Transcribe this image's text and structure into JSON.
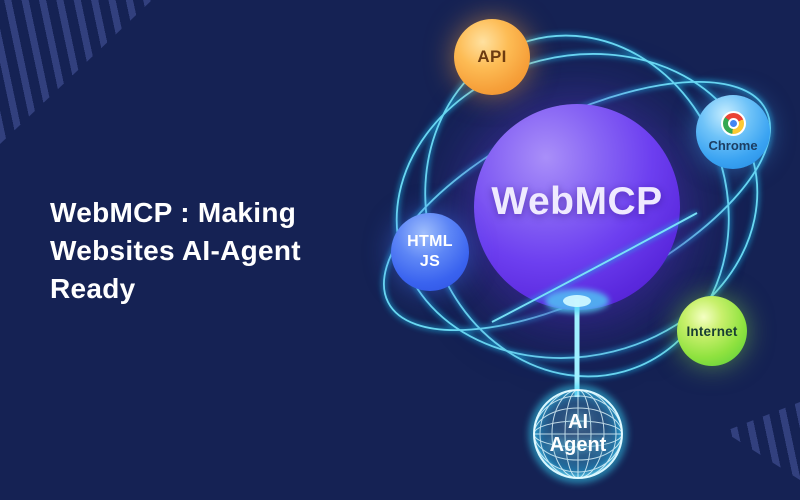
{
  "title": {
    "lines": [
      "WebMCP : Making",
      "Websites AI-Agent",
      "Ready"
    ]
  },
  "diagram": {
    "center": {
      "label": "WebMCP"
    },
    "nodes": {
      "api": {
        "label": "API"
      },
      "chrome": {
        "label": "Chrome"
      },
      "html_js": {
        "line1": "HTML",
        "line2": "JS"
      },
      "internet": {
        "label": "Internet"
      },
      "ai_agent": {
        "line1": "AI",
        "line2": "Agent"
      }
    },
    "orbit_ring_count": 3
  },
  "icons": {
    "chrome_logo": "chrome-logo-icon",
    "ai_agent_globe": "wireframe-globe-icon"
  },
  "colors": {
    "background": "#152254",
    "corner_stripes": "#32407e",
    "title_text": "#ffffff",
    "orbit_line": "#3fd0f2",
    "sphere_purple": "#6d3ff0",
    "api_orange": "#f6a03a",
    "chrome_blue": "#3aa3f2",
    "html_blue": "#3a63ef",
    "internet_green": "#8fe23f",
    "agent_cyan": "#35d4f6"
  }
}
